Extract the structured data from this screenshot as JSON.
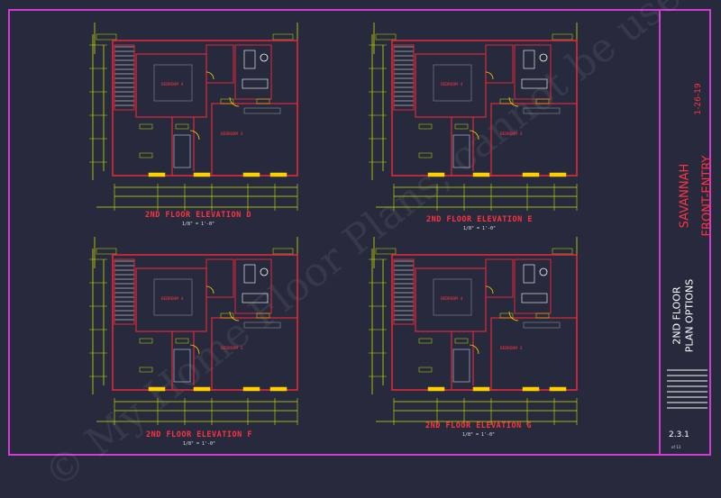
{
  "sheet": {
    "project_name_line1": "SAVANNAH",
    "project_name_line2": "FRONT-ENTRY",
    "project_date": "1-26-19",
    "sheet_title_line1": "2ND FLOOR",
    "sheet_title_line2": "PLAN OPTIONS",
    "sheet_number": "2.3.1",
    "sheet_sub": "of 13",
    "watermark": "© My Home Floor Plans, cannot be used for construction"
  },
  "plans": [
    {
      "title": "2ND FLOOR ELEVATION D",
      "scale": "1/8\" = 1'-0\"",
      "bedroom_left": "BEDROOM 4",
      "bedroom_right": "BEDROOM 3"
    },
    {
      "title": "2ND FLOOR ELEVATION E",
      "scale": "1/8\" = 1'-0\"",
      "bedroom_left": "BEDROOM 4",
      "bedroom_right": "BEDROOM 3"
    },
    {
      "title": "2ND FLOOR ELEVATION F",
      "scale": "1/8\" = 1'-0\"",
      "bedroom_left": "BEDROOM 4",
      "bedroom_right": "BEDROOM 3"
    },
    {
      "title": "2ND FLOOR ELEVATION G",
      "scale": "1/8\" = 1'-0\"",
      "bedroom_left": "BEDROOM 4",
      "bedroom_right": "BEDROOM 3"
    }
  ],
  "colors": {
    "background": "#272a3c",
    "border": "#d23ad4",
    "wall": "#e0283c",
    "dimension": "#c8e000",
    "fixture": "#ffffff",
    "label": "#ff3340"
  }
}
